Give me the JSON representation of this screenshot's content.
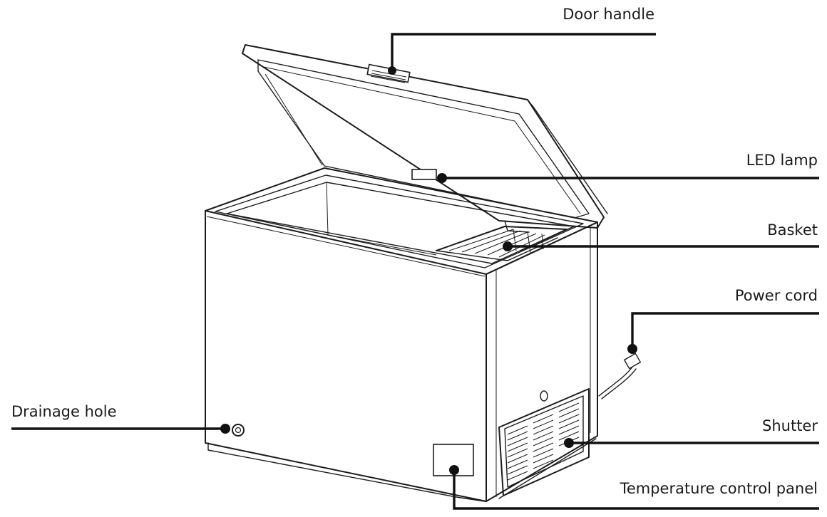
{
  "labels": {
    "door_handle": "Door handle",
    "led_lamp": "LED lamp",
    "basket": "Basket",
    "power_cord": "Power cord",
    "drainage_hole": "Drainage hole",
    "shutter": "Shutter",
    "temperature_control_panel": "Temperature control panel"
  },
  "colors": {
    "line": "#1c1c1c",
    "background": "#ffffff"
  }
}
